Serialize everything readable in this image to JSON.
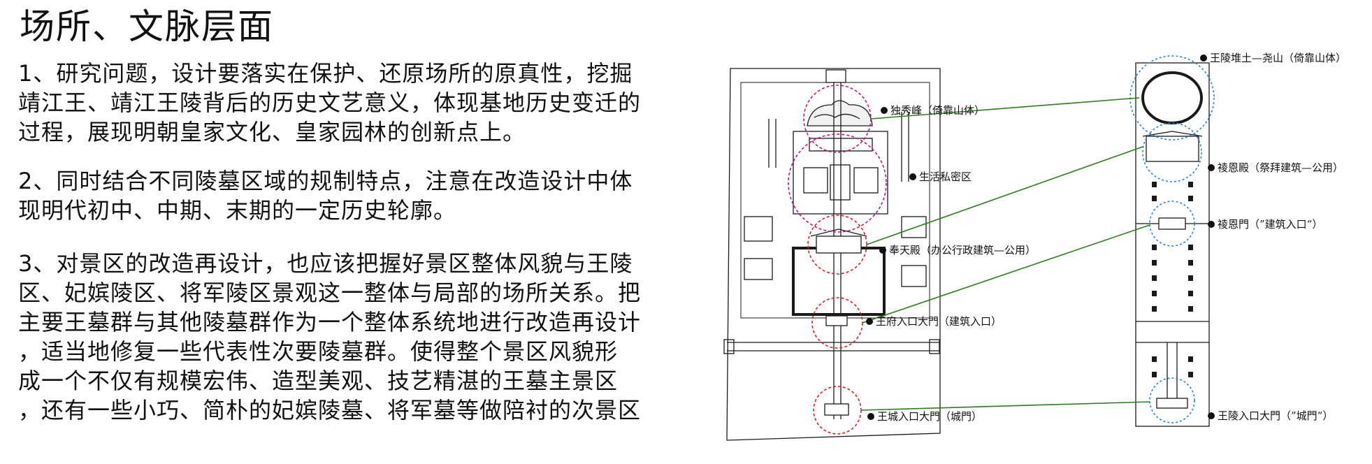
{
  "title": "场所、文脉层面",
  "paragraphs": [
    {
      "lines": [
        "1、研究问题，设计要落实在保护、还原场所的原真性，挖掘",
        "靖江王、靖江王陵背后的历史文艺意义，体现基地历史变迁的",
        "过程，展现明朝皇家文化、皇家园林的创新点上。"
      ]
    },
    {
      "lines": [
        "2、同时结合不同陵墓区域的规制特点，注意在改造设计中体",
        "现明代初中、中期、末期的一定历史轮廓。"
      ]
    },
    {
      "lines": [
        "3、对景区的改造再设计，也应该把握好景区整体风貌与王陵",
        "区、妃嫔陵区、将军陵区景观这一整体与局部的场所关系。把",
        "主要王墓群与其他陵墓群作为一个整体系统地进行改造再设计",
        "，适当地修复一些代表性次要陵墓群。使得整个景区风貌形",
        "成一个不仅有规模宏伟、造型美观、技艺精湛的王墓主景区",
        "，还有一些小巧、简朴的妃嫔陵墓、将军墓等做陪衬的次景区"
      ]
    }
  ],
  "left_plan": {
    "labels": {
      "duxiufeng": "独秀峰（倚靠山体）",
      "shenghuo": "生活私密区",
      "fengtian": "奉天殿（办公行政建筑—公用）",
      "wangfu": "王府入口大門（建筑入口）",
      "wangcheng": "王城入口大門（城門）"
    }
  },
  "right_plan": {
    "labels": {
      "wangling": "王陵堆土—尧山（倚靠山体）",
      "xiangdian": "祾恩殿（祭拜建筑—公用）",
      "xiangmen": "祾恩門（”建筑入口“）",
      "lingmen": "王陵入口大門（”城門“）"
    }
  },
  "colors": {
    "magenta_circle": "#c0157a",
    "red_circle": "#d6202a",
    "blue_circle": "#2d7fd6",
    "green_line": "#2e7d1f",
    "ink": "#1a1a1a"
  }
}
